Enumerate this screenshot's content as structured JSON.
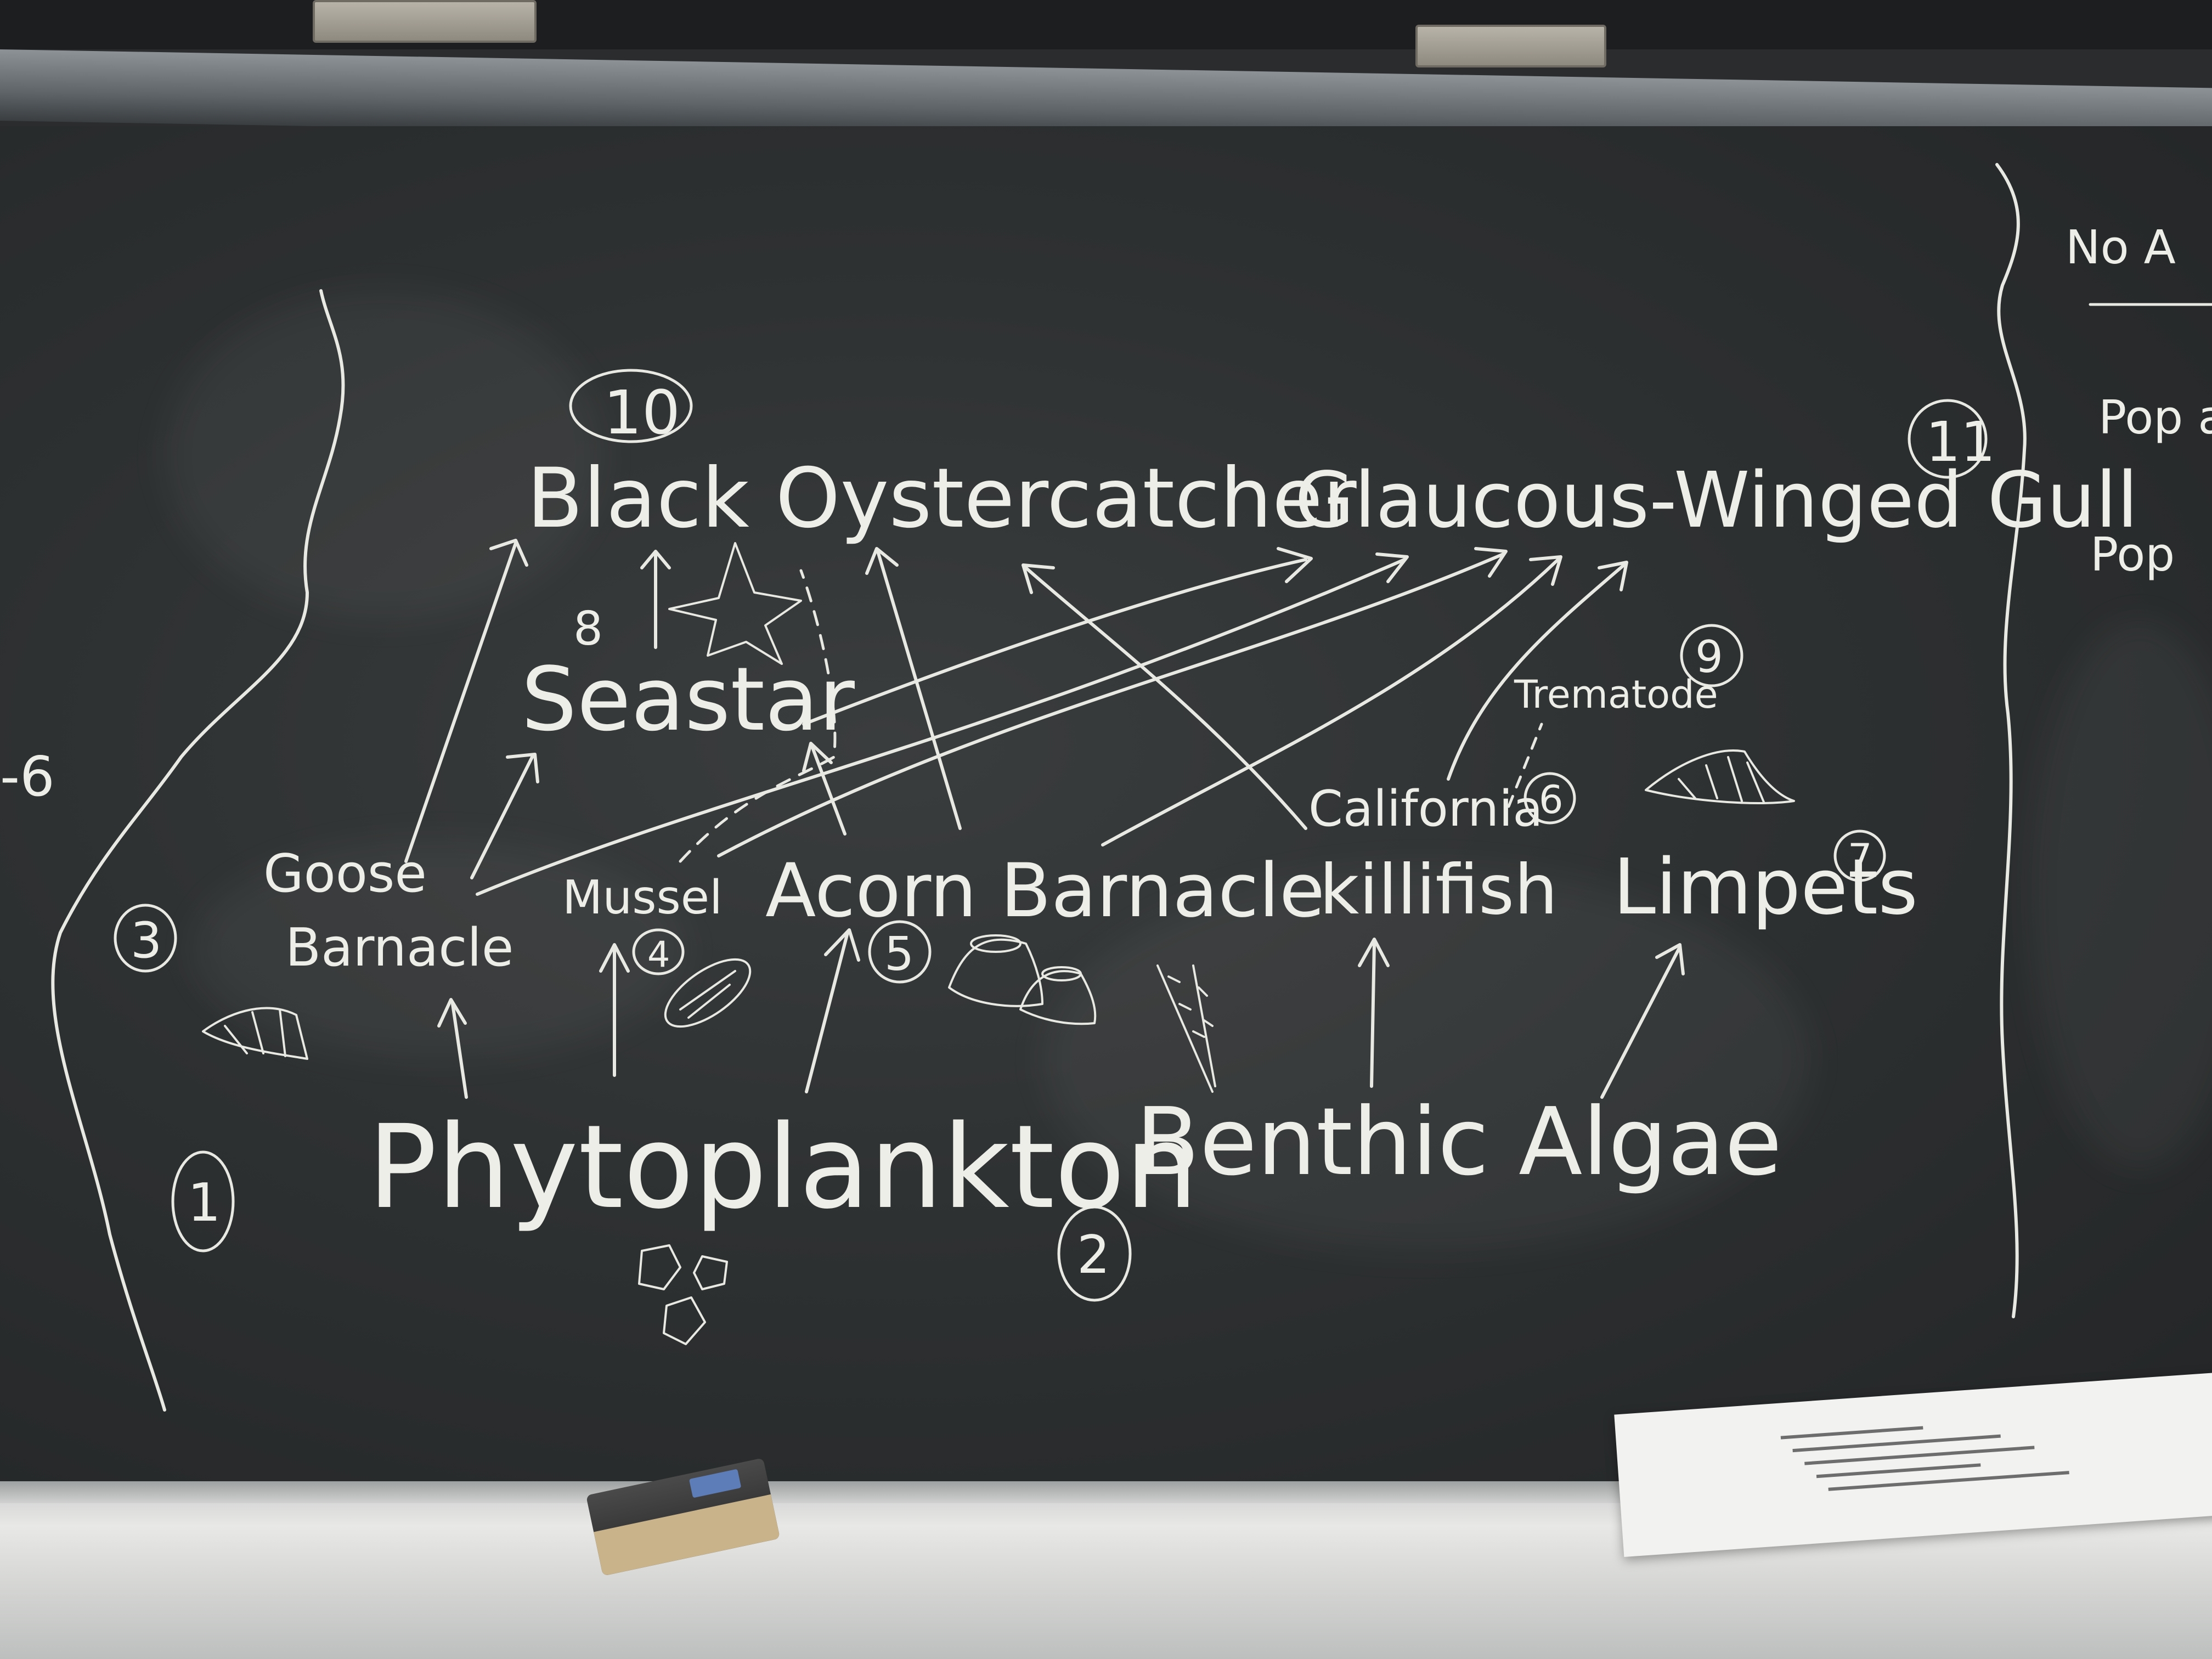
{
  "board": {
    "title_left": "Black Oystercatcher",
    "title_right": "Glaucous-Winged Gull",
    "labels": {
      "seastar": "Seastar",
      "goose": "Goose",
      "barnacle": "Barnacle",
      "mussel": "Mussel",
      "acorn": "Acorn Barnacle",
      "california": "California",
      "killifish": "killifish",
      "limpets": "Limpets",
      "trematode": "Trematode",
      "phytoplankton": "Phytoplankton",
      "benthic": "Benthic Algae",
      "eight": "8"
    },
    "circled_numbers": {
      "n1": "1",
      "n2": "2",
      "n3": "3",
      "n4": "4",
      "n5": "5",
      "n6": "6",
      "n7": "7",
      "n9": "9",
      "n10": "10",
      "n11": "11"
    },
    "left_edge": {
      "minus_six": "-6"
    },
    "right_panel": {
      "no": "No A",
      "pop1": "Pop a",
      "pop2": "Pop"
    }
  },
  "colors": {
    "chalk": "#eeeee8",
    "board": "#2e3132",
    "tray": "#d7d8d6"
  }
}
